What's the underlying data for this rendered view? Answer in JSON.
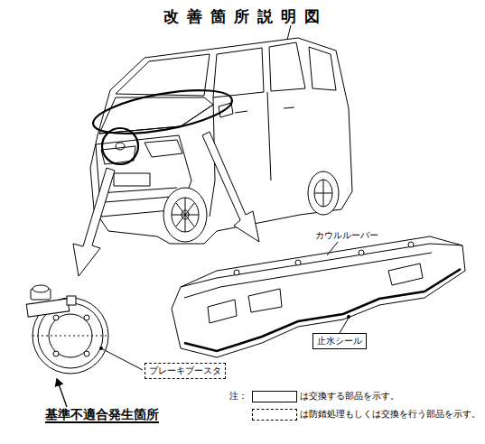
{
  "diagram": {
    "title": "改善箇所説明図",
    "nodes": [
      {
        "text": [
          "止水シール"
        ]
      },
      {
        "text": [
          "ブレーキブースタ"
        ]
      }
    ],
    "labels": [
      "カウルルーバー",
      "基準不適合発生箇所",
      "注："
    ],
    "legend": [
      {
        "text": "は交換する部品を示す。"
      },
      {
        "text": "は防錆処理もしくは交換を行う部品を示す。"
      }
    ]
  }
}
